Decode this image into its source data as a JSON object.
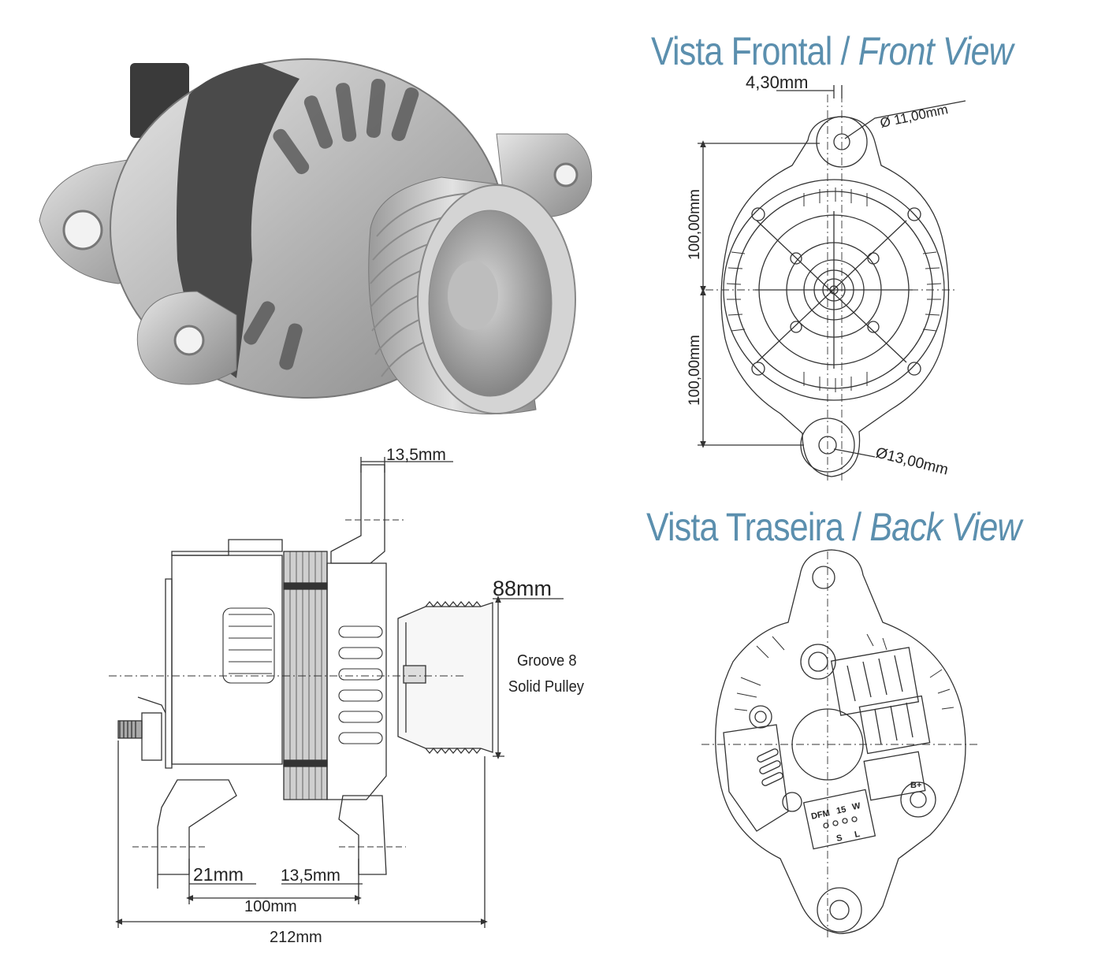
{
  "front_view": {
    "title_pt": "Vista Frontal",
    "separator": "/",
    "title_en": "Front View",
    "dims": {
      "offset": "4,30mm",
      "hole_top": "Ø 11,00mm",
      "upper": "100,00mm",
      "lower": "100,00mm",
      "hole_bottom": "Ø13,00mm"
    }
  },
  "back_view": {
    "title_pt": "Vista Traseira",
    "separator": "/",
    "title_en": "Back View",
    "terminal_labels": {
      "dfm": "DFM",
      "num": "15",
      "w": "W",
      "s": "S",
      "l": "L",
      "b_plus": "B+"
    }
  },
  "side_view": {
    "dims": {
      "flange": "13,5mm",
      "pulley_dia": "88mm",
      "pulley_note_1": "Groove 8",
      "pulley_note_2": "Solid Pulley",
      "foot": "21mm",
      "body_flange": "13,5mm",
      "mount_span": "100mm",
      "overall": "212mm"
    }
  },
  "colors": {
    "title": "#5b8fae",
    "line": "#333333",
    "metal": "#b8b8b8"
  }
}
